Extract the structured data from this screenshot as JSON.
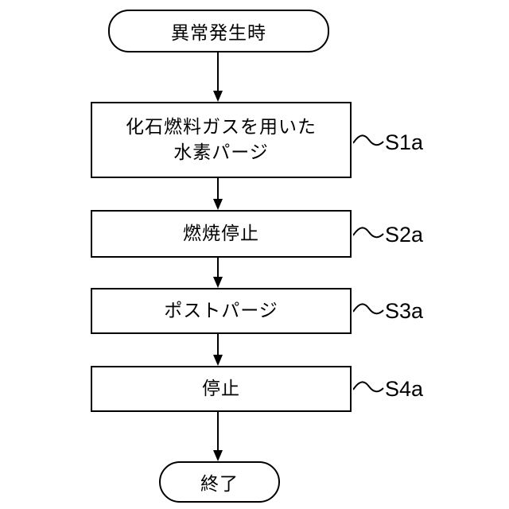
{
  "start": {
    "label": "異常発生時"
  },
  "steps": [
    {
      "id": "S1a",
      "lines": [
        "化石燃料ガスを用いた",
        "水素パージ"
      ]
    },
    {
      "id": "S2a",
      "lines": [
        "燃焼停止"
      ]
    },
    {
      "id": "S3a",
      "lines": [
        "ポストパージ"
      ]
    },
    {
      "id": "S4a",
      "lines": [
        "停止"
      ]
    }
  ],
  "end": {
    "label": "終了"
  }
}
